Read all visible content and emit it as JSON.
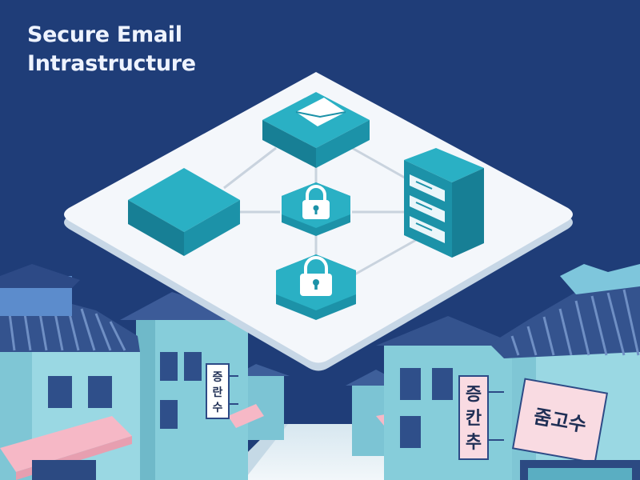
{
  "title": {
    "line1": "Secure Email",
    "line2": "Intrastructure"
  },
  "signs": {
    "left_vertical": [
      "증",
      "란",
      "수"
    ],
    "right_vertical": [
      "증",
      "칸",
      "추"
    ],
    "right_horizontal": "줌고수"
  },
  "colors": {
    "background": "#1f3d78",
    "platform": "#f4f7fb",
    "teal": "#1f9db3",
    "building": "#8fd3df",
    "awning": "#f6b8c6"
  },
  "icons": [
    "envelope-icon",
    "lock-icon",
    "server-icon"
  ]
}
